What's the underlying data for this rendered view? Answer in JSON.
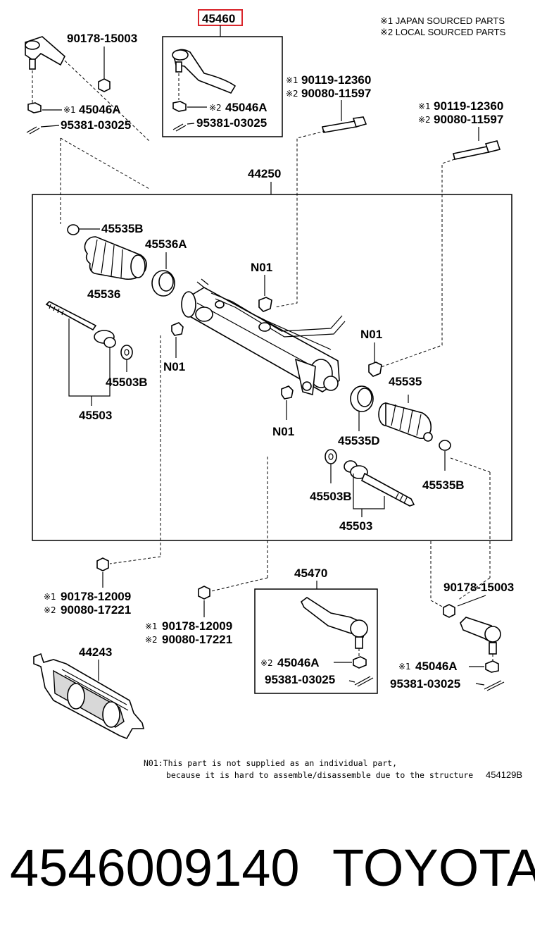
{
  "legend": {
    "japan": "※1 JAPAN SOURCED PARTS",
    "local": "※2 LOCAL SOURCED PARTS"
  },
  "highlight_color": "#d9262c",
  "labels": {
    "part_45460": "45460",
    "tl_90178_15003": "90178-15003",
    "tl_45046A": "45046A",
    "tl_95381": "95381-03025",
    "inset_45046A": "45046A",
    "inset_95381": "95381-03025",
    "bolt1_a": "90119-12360",
    "bolt1_b": "90080-11597",
    "bolt2_a": "90119-12360",
    "bolt2_b": "90080-11597",
    "part_44250": "44250",
    "p45535B_l": "45535B",
    "p45536A": "45536A",
    "p45536": "45536",
    "n01_a": "N01",
    "n01_b": "N01",
    "n01_c": "N01",
    "n01_d": "N01",
    "p45503B_l": "45503B",
    "p45503_l": "45503",
    "p45535": "45535",
    "p45535D": "45535D",
    "p45535B_r": "45535B",
    "p45503B_r": "45503B",
    "p45503_r": "45503",
    "bl_a": "90178-12009",
    "bl_b": "90080-17221",
    "bm_a": "90178-12009",
    "bm_b": "90080-17221",
    "part_45470": "45470",
    "br_90178": "90178-15003",
    "ins2_45046A": "45046A",
    "ins2_95381": "95381-03025",
    "br_45046A": "45046A",
    "br_95381": "95381-03025",
    "part_44243": "44243",
    "note_line1": "N01:This part is not supplied as an individual part,",
    "note_line2": "because it is hard to assemble/disassemble due to the structure",
    "diagram_code": "454129B"
  },
  "marks": {
    "m1": "※1",
    "m2": "※2"
  },
  "footer": {
    "part_number": "4546009140",
    "brand": "TOYOTA"
  }
}
